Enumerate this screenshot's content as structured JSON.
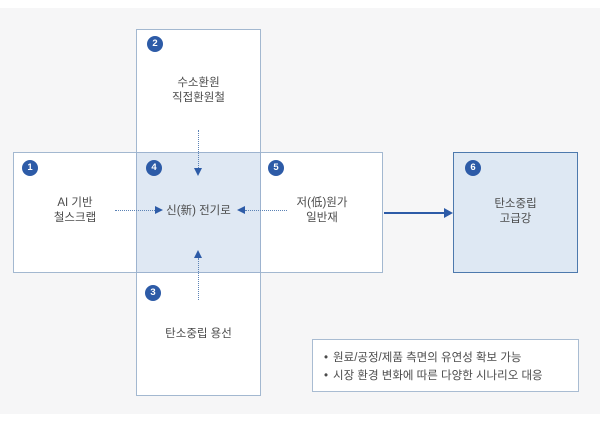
{
  "nodes": {
    "n1": {
      "num": "1",
      "line1": "AI 기반",
      "line2": "철스크랩"
    },
    "n2": {
      "num": "2",
      "line1": "수소환원",
      "line2": "직접환원철"
    },
    "n3": {
      "num": "3",
      "line1": "탄소중립 용선",
      "line2": ""
    },
    "n4": {
      "num": "4",
      "line1": "신(新) 전기로",
      "line2": ""
    },
    "n5": {
      "num": "5",
      "line1": "저(低)원가",
      "line2": "일반재"
    },
    "n6": {
      "num": "6",
      "line1": "탄소중립",
      "line2": "고급강"
    }
  },
  "notes": {
    "bullet": "•",
    "item1": "원료/공정/제품 측면의 유연성 확보 가능",
    "item2": "시장 환경 변화에 따른 다양한 시나리오 대응"
  },
  "colors": {
    "badge_blue": "#2d5ba7",
    "light_box_border": "#a3b8d0",
    "strong_box_border": "#4d79ad",
    "highlight_fill": "#dfe8f3",
    "box6_fill": "#dee8f3",
    "dotted_arrow": "#5b82b5",
    "solid_arrow": "#2d5ba7",
    "text": "#4b4b4b",
    "panel_bg": "#f6f6f7"
  }
}
